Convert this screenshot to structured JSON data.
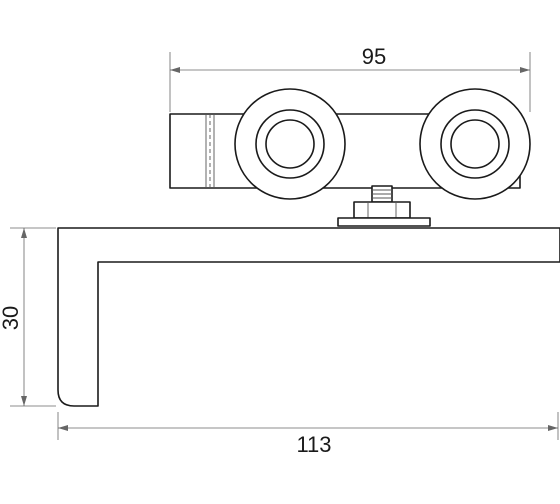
{
  "dimensions": {
    "width_top": "95",
    "height_left": "30",
    "width_bottom": "113"
  },
  "colors": {
    "line": "#1a1a1a",
    "dimension_line": "#666666",
    "background": "#ffffff"
  }
}
